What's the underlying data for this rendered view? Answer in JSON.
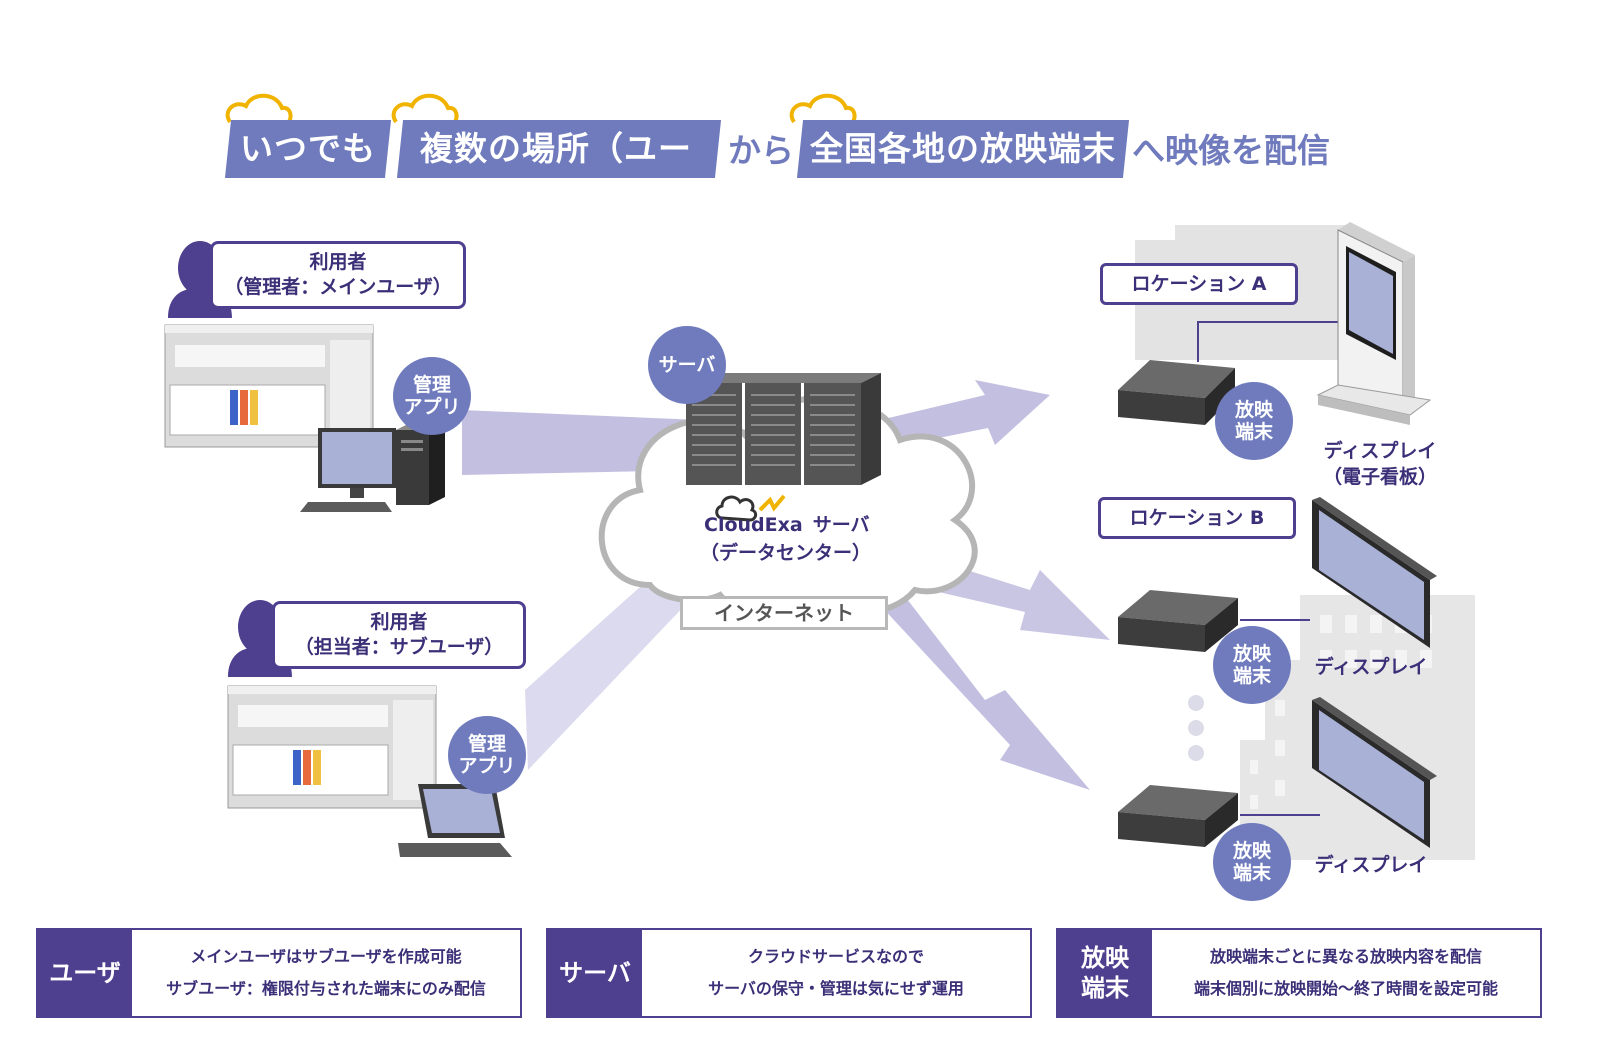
{
  "headline": {
    "anytime": "いつでも",
    "multiple_places": "複数の場所（ユーザ）",
    "from": "から",
    "nationwide_terminals": "全国各地の放映端末",
    "deliver": "へ映像を配信"
  },
  "users": {
    "main": {
      "line1": "利用者",
      "line2": "（管理者：メインユーザ）",
      "app_line1": "管理",
      "app_line2": "アプリ"
    },
    "sub": {
      "line1": "利用者",
      "line2": "（担当者：サブユーザ）",
      "app_line1": "管理",
      "app_line2": "アプリ"
    }
  },
  "server": {
    "badge": "サーバ",
    "logo": "CloudExa",
    "name_suffix": "サーバ",
    "datacenter": "（データセンター）",
    "internet": "インターネット"
  },
  "locations": {
    "a": {
      "label": "ロケーション A",
      "terminal_line1": "放映",
      "terminal_line2": "端末",
      "display_line1": "ディスプレイ",
      "display_line2": "（電子看板）"
    },
    "b": {
      "label": "ロケーション B",
      "terminal1_line1": "放映",
      "terminal1_line2": "端末",
      "display1": "ディスプレイ",
      "terminal2_line1": "放映",
      "terminal2_line2": "端末",
      "display2": "ディスプレイ"
    }
  },
  "info_boxes": [
    {
      "head": "ユーザ",
      "line1": "メインユーザはサブユーザを作成可能",
      "line2": "サブユーザ：権限付与された端末にのみ配信"
    },
    {
      "head": "サーバ",
      "line1": "クラウドサービスなので",
      "line2": "サーバの保守・管理は気にせず運用"
    },
    {
      "head_line1": "放映",
      "head_line2": "端末",
      "line1": "放映端末ごとに異なる放映内容を配信",
      "line2": "端末個別に放映開始～終了時間を設定可能"
    }
  ],
  "colors": {
    "accent": "#6f7bbd",
    "dark": "#4f3f8f",
    "arrow": "#b9b6d9",
    "cloud_icon": "#f0b400"
  }
}
